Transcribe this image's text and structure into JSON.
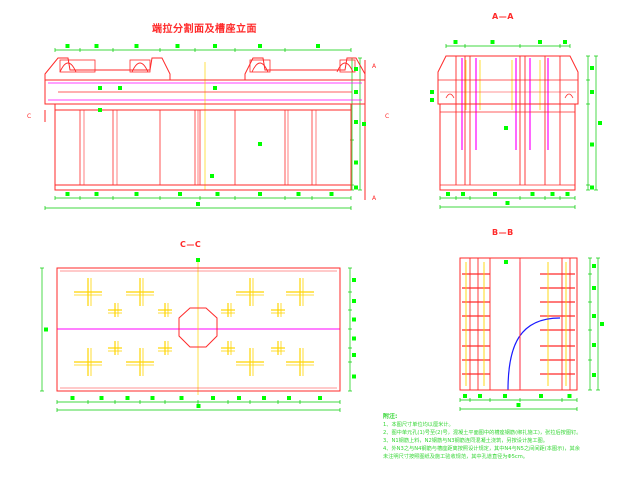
{
  "titles": {
    "elevation": "端拉分割面及槽座立面",
    "section_a": "A—A",
    "section_c": "C—C",
    "section_b": "B—B"
  },
  "cut_labels": {
    "a": "A",
    "c": "C"
  },
  "notes": {
    "heading": "附注:",
    "lines": [
      "1、本图尺寸单位均以厘米计。",
      "2、图中单元孔(1)号至(2)号，混凝土平面图中的槽座钢筋(绑扎施工)，张拉后按图钉。",
      "3、N1钢筋上料，N2钢筋与N3钢筋连同混凝土浇筑，另按设计施工图。",
      "4、外N3之与N4钢筋与槽座距离按照设计规定，其中N4与N5之间间距(本图示)，其余",
      "   未注明尺寸按照图纸及施工验收规范，其中孔道直径为Φ5cm。"
    ]
  },
  "colors": {
    "outline": "#ff2a2a",
    "dim": "#00cc00",
    "marker": "#00ff00",
    "rebar_yellow": "#ffd400",
    "rebar_magenta": "#ff00ff",
    "duct_blue": "#1a1aff",
    "note_text": "#33d633"
  }
}
